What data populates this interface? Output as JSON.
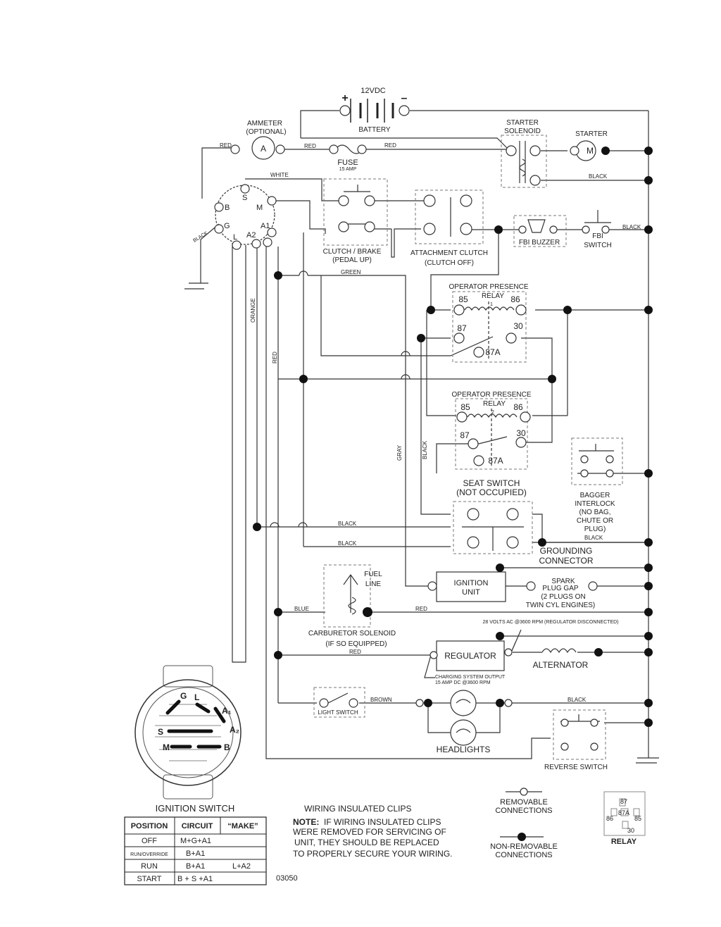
{
  "battery": {
    "voltage": "12VDC",
    "plus": "+",
    "minus": "–",
    "label": "BATTERY"
  },
  "ammeter": {
    "label": "AMMETER",
    "note": "(OPTIONAL)",
    "symbol": "A"
  },
  "fuse": {
    "label": "FUSE",
    "rating": "15 AMP"
  },
  "starter_solenoid": {
    "line1": "STARTER",
    "line2": "SOLENOID"
  },
  "starter": {
    "label": "STARTER",
    "symbol": "M"
  },
  "ignition_terminals": {
    "s": "S",
    "b": "B",
    "m": "M",
    "g": "G",
    "a1": "A1",
    "l": "L",
    "a2": "A2"
  },
  "wires": {
    "red": "RED",
    "white": "WHITE",
    "black": "BLACK",
    "green": "GREEN",
    "orange": "ORANGE",
    "gray": "GRAY",
    "blue": "BLUE",
    "brown": "BROWN"
  },
  "components": {
    "clutch_brake": {
      "line1": "CLUTCH / BRAKE",
      "line2": "(PEDAL UP)"
    },
    "attachment_clutch": {
      "line1": "ATTACHMENT CLUTCH",
      "line2": "(CLUTCH OFF)"
    },
    "fbi_buzzer": "FBI BUZZER",
    "fbi_switch": {
      "line1": "FBI",
      "line2": "SWITCH"
    },
    "relay1": {
      "line1": "OPERATOR PRESENCE",
      "line2": "RELAY",
      "line3": "1"
    },
    "relay2": {
      "line1": "OPERATOR PRESENCE",
      "line2": "RELAY",
      "line3": "2"
    },
    "relay_pins": {
      "p85": "85",
      "p86": "86",
      "p87": "87",
      "p30": "30",
      "p87a": "87A"
    },
    "seat_switch": {
      "line1": "SEAT SWITCH",
      "line2": "(NOT OCCUPIED)"
    },
    "bagger": {
      "line1": "BAGGER",
      "line2": "INTERLOCK",
      "line3": "(NO BAG,",
      "line4": "CHUTE OR",
      "line5": "PLUG)"
    },
    "grounding": {
      "line1": "GROUNDING",
      "line2": "CONNECTOR"
    },
    "fuel_line": {
      "line1": "FUEL",
      "line2": "LINE"
    },
    "ignition_unit": {
      "line1": "IGNITION",
      "line2": "UNIT"
    },
    "spark_plug": {
      "line1": "SPARK",
      "line2": "PLUG GAP",
      "line3": "(2 PLUGS ON",
      "line4": "TWIN CYL ENGINES)"
    },
    "carb_solenoid": {
      "line1": "CARBURETOR SOLENOID",
      "line2": "(IF SO EQUIPPED)"
    },
    "regulator_note": "28 VOLTS AC @3600 RPM (REGULATOR DISCONNECTED)",
    "regulator": "REGULATOR",
    "alternator": "ALTERNATOR",
    "charging": {
      "line1": "CHARGING SYSTEM OUTPUT",
      "line2": "15 AMP DC @3600 RPM"
    },
    "light_switch": "LIGHT SWITCH",
    "headlights": "HEADLIGHTS",
    "reverse_switch": "REVERSE SWITCH"
  },
  "switch_face": {
    "g": "G",
    "l": "L",
    "a1": "A₁",
    "a2": "A₂",
    "s": "S",
    "m": "M",
    "b": "B"
  },
  "ignition_table": {
    "title": "IGNITION SWITCH",
    "headers": [
      "POSITION",
      "CIRCUIT",
      "“MAKE”"
    ],
    "rows": [
      {
        "position": "OFF",
        "circuit": "M+G+A1",
        "extra": ""
      },
      {
        "position": "RUN/OVERRIDE",
        "circuit": "B+A1",
        "extra": ""
      },
      {
        "position": "RUN",
        "circuit": "B+A1",
        "extra": "L+A2"
      },
      {
        "position": "START",
        "circuit": "B + S +A1",
        "extra": ""
      }
    ]
  },
  "clips_note": {
    "title": "WIRING INSULATED CLIPS",
    "lead": "NOTE:",
    "line1": "IF WIRING INSULATED CLIPS",
    "line2": "WERE REMOVED FOR SERVICING OF",
    "line3": "UNIT, THEY SHOULD BE REPLACED",
    "line4": "TO PROPERLY SECURE YOUR WIRING."
  },
  "part_number": "03050",
  "legend": {
    "removable": {
      "line1": "REMOVABLE",
      "line2": "CONNECTIONS"
    },
    "non_removable": {
      "line1": "NON-REMOVABLE",
      "line2": "CONNECTIONS"
    },
    "relay": "RELAY",
    "relay_pins": {
      "p87": "87",
      "p87a": "87A",
      "p86": "86",
      "p85": "85",
      "p30": "30"
    }
  }
}
